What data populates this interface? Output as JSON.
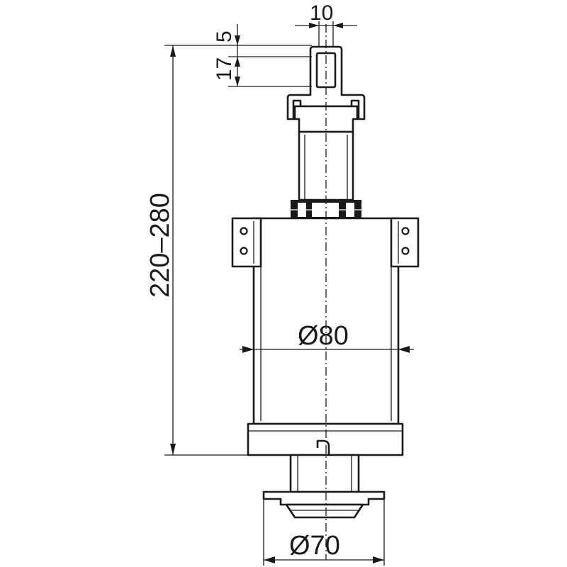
{
  "drawing": {
    "dimensions": {
      "top_width": "10",
      "tip_height": "5",
      "slot_height": "17",
      "overall_height": "220–280",
      "body_diameter": "Ø80",
      "base_diameter": "Ø70"
    },
    "colors": {
      "line": "#1a1a1a",
      "background": "#ffffff"
    }
  }
}
